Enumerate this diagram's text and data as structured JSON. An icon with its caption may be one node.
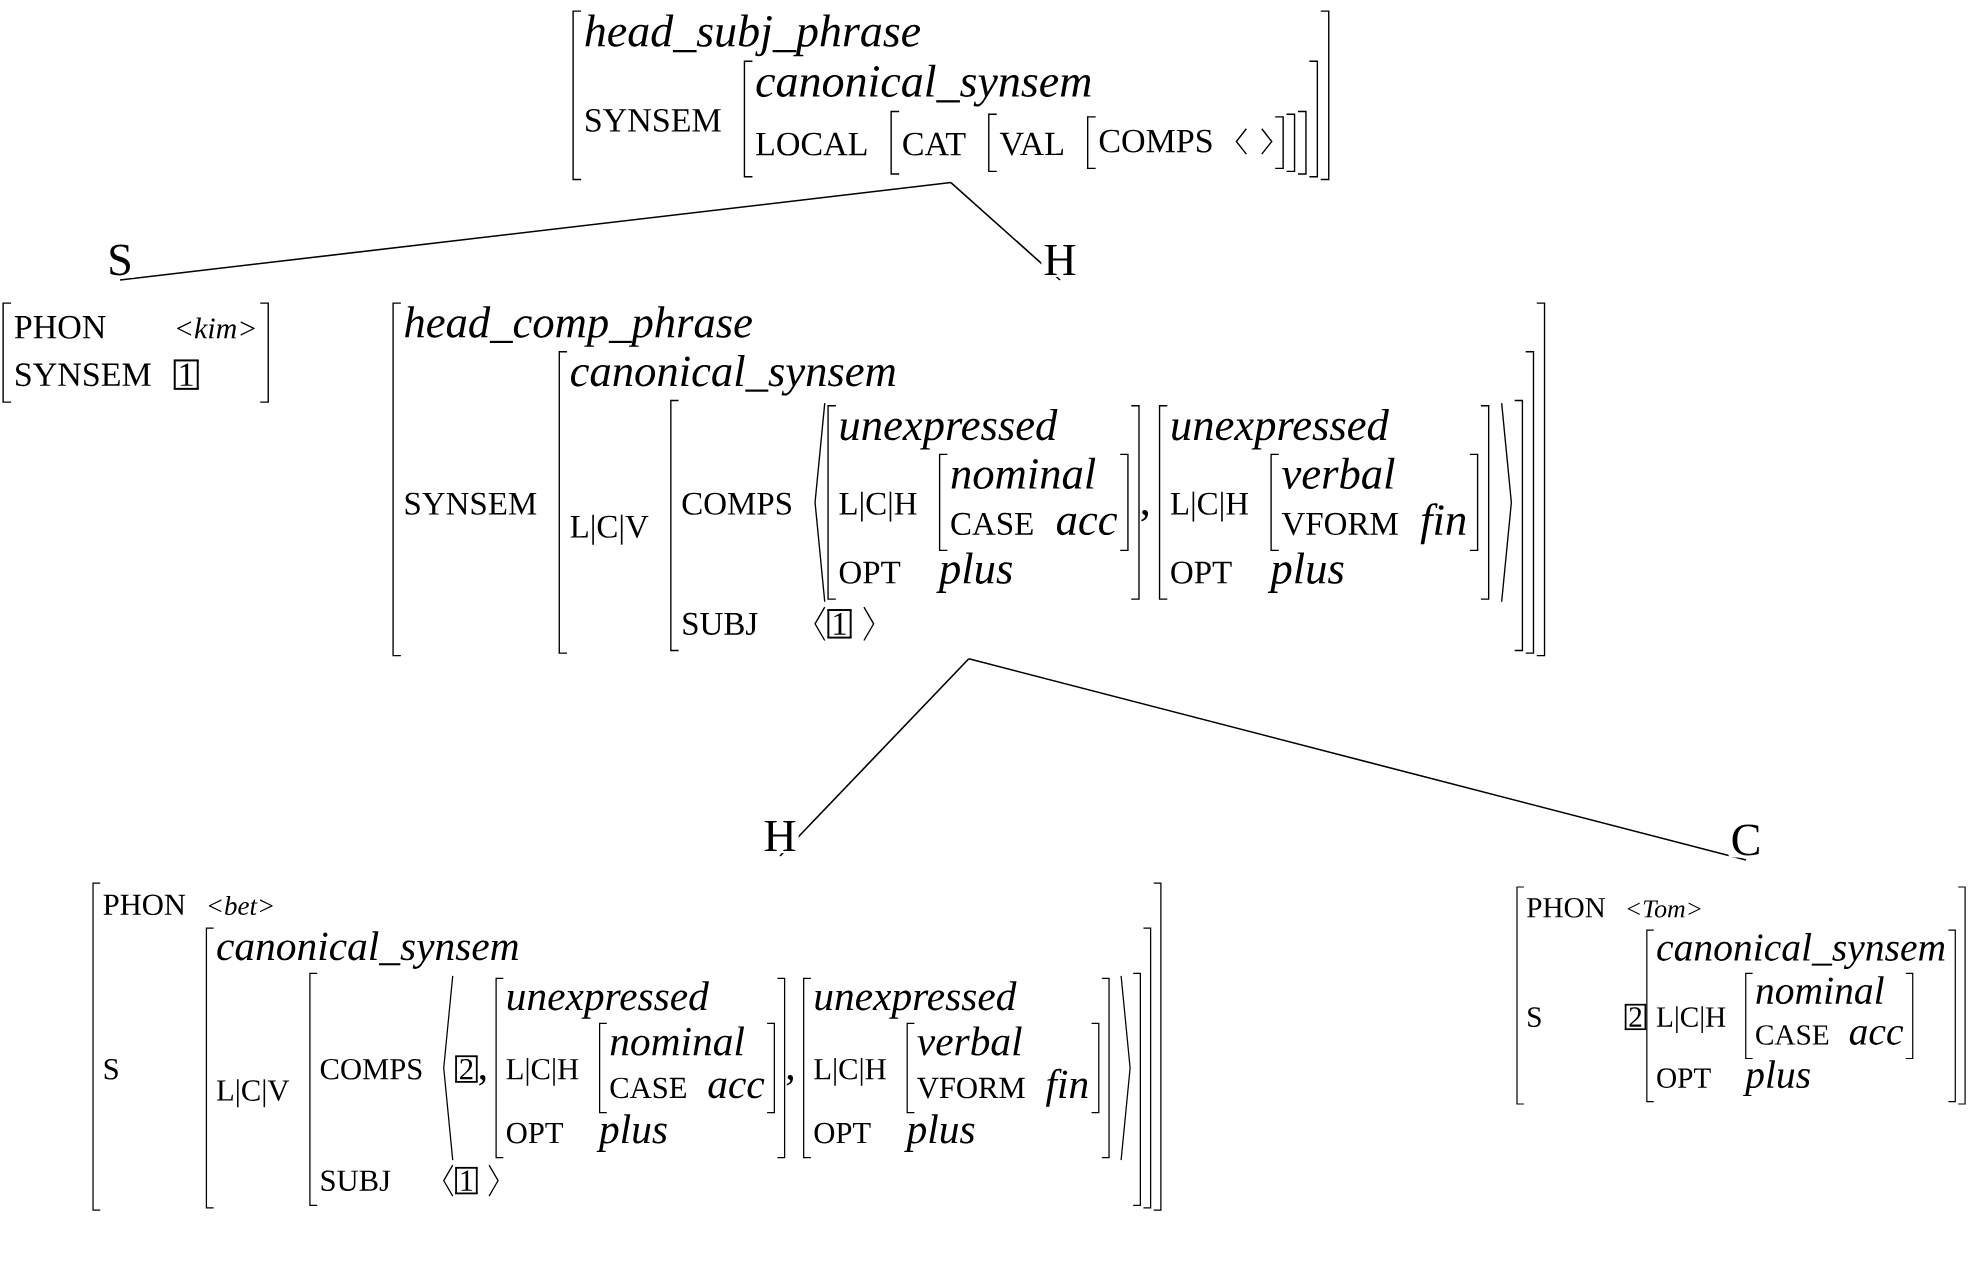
{
  "diagram": {
    "nodes": [
      {
        "text": [
          "head_subj_phrase",
          "SYNSEM",
          "canonical_synsem",
          "LOCAL",
          "CAT",
          "VAL",
          "COMPS"
        ]
      },
      {
        "text": [
          "PHON",
          "<kim>",
          "SYNSEM",
          "1"
        ]
      },
      {
        "text": [
          "head_comp_phrase",
          "SYNSEM",
          "canonical_synsem",
          "L|C|V",
          "COMPS",
          "unexpressed",
          "L|C|H",
          "nominal",
          "CASE",
          "acc",
          "OPT",
          "plus",
          "unexpressed",
          "L|C|H",
          "verbal",
          "VFORM",
          "fin",
          "OPT",
          "plus",
          "SUBJ",
          "1",
          ","
        ]
      },
      {
        "text": [
          "PHON",
          "<bet>",
          "S",
          "canonical_synsem",
          "L|C|V",
          "COMPS",
          "2",
          "unexpressed",
          "L|C|H",
          "nominal",
          "CASE",
          "acc",
          "OPT",
          "plus",
          "unexpressed",
          "L|C|H",
          "verbal",
          "VFORM",
          "fin",
          "OPT",
          "plus",
          "SUBJ",
          "1",
          ",",
          ","
        ]
      },
      {
        "text": [
          "PHON",
          "<Tom>",
          "S",
          "2",
          "canonical_synsem",
          "L|C|H",
          "nominal",
          "CASE",
          "acc",
          "OPT",
          "plus"
        ]
      }
    ],
    "edges": [
      {
        "from": 0,
        "to": 1,
        "arrow": "none",
        "label": "S"
      },
      {
        "from": 0,
        "to": 2,
        "arrow": "none",
        "label": "H"
      },
      {
        "from": 2,
        "to": 3,
        "arrow": "none",
        "label": "H"
      },
      {
        "from": 2,
        "to": 4,
        "arrow": "none",
        "label": "C"
      }
    ]
  }
}
